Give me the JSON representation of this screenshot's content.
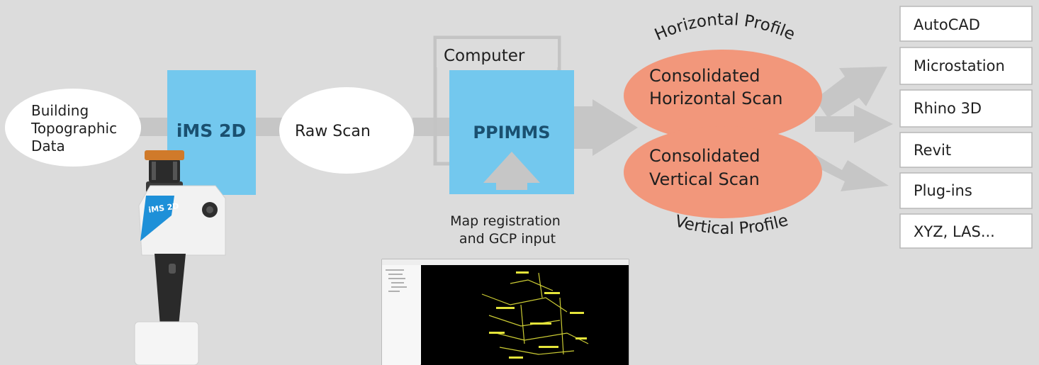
{
  "inputs": {
    "building_data_lines": [
      "Building",
      "Topographic",
      "Data"
    ]
  },
  "device": {
    "label": "iMS 2D",
    "body_label": "iMS 2D"
  },
  "raw_scan": {
    "label": "Raw Scan"
  },
  "computer": {
    "frame_label": "Computer",
    "software_label": "PPIMMS"
  },
  "map_input": {
    "lines": [
      "Map registration",
      "and GCP input"
    ]
  },
  "profiles": {
    "horizontal_title": "Horizontal Profile",
    "vertical_title": "Vertical Profile",
    "horizontal_scan_lines": [
      "Consolidated",
      "Horizontal Scan"
    ],
    "vertical_scan_lines": [
      "Consolidated",
      "Vertical Scan"
    ]
  },
  "outputs": [
    "AutoCAD",
    "Microstation",
    "Rhino 3D",
    "Revit",
    "Plug-ins",
    "XYZ, LAS..."
  ],
  "colors": {
    "background": "#dcdcdc",
    "arrow": "#c6c6c6",
    "blue": "#73c8ee",
    "orange": "#f2977b",
    "text": "#1f1f1f"
  }
}
